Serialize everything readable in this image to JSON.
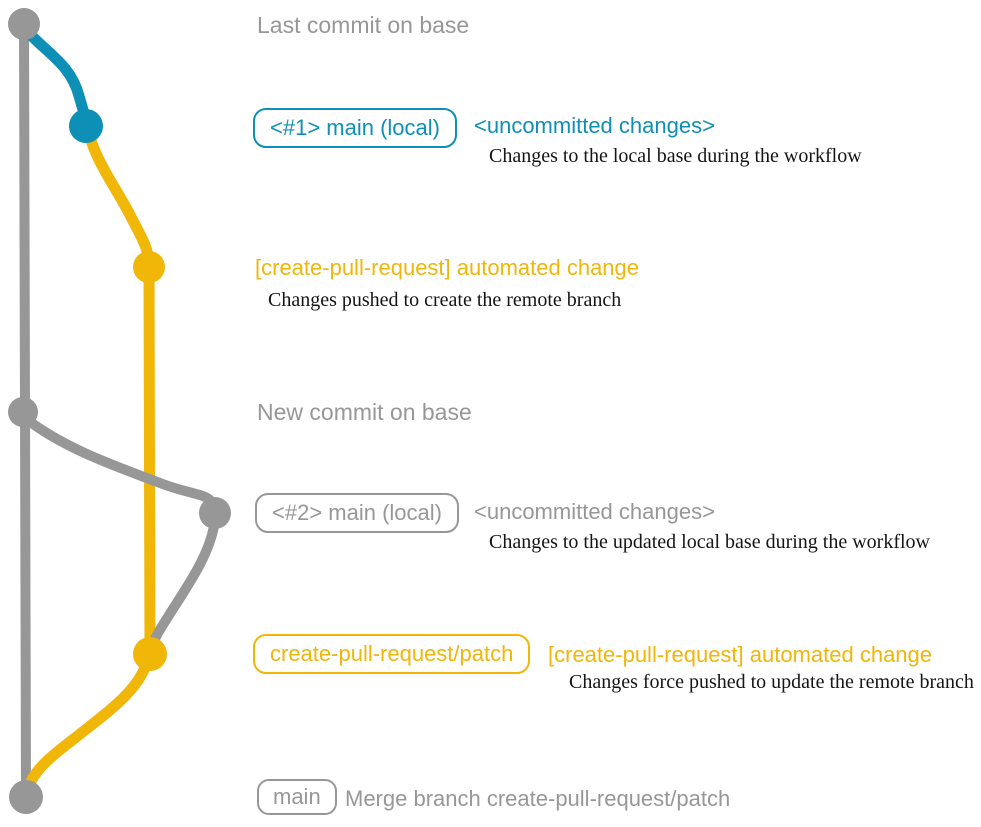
{
  "colors": {
    "gray": "#979797",
    "blue": "#0e90b6",
    "yellow": "#f0b608",
    "caption_text": "#151515",
    "background": "#ffffff"
  },
  "graph": {
    "commits": [
      {
        "id": "last-commit-on-base",
        "color": "gray"
      },
      {
        "id": "local-main-1-uncommitted",
        "color": "blue"
      },
      {
        "id": "automated-change-push",
        "color": "yellow"
      },
      {
        "id": "new-commit-on-base",
        "color": "gray"
      },
      {
        "id": "local-main-2-uncommitted",
        "color": "gray"
      },
      {
        "id": "automated-change-force-push",
        "color": "yellow"
      },
      {
        "id": "merge-commit",
        "color": "gray"
      }
    ]
  },
  "rows": {
    "row1": {
      "label": "Last commit on base"
    },
    "row2": {
      "branch_tag": "<#1> main (local)",
      "message": "<uncommitted changes>",
      "caption": "Changes to the local base during the workflow"
    },
    "row3": {
      "message": "[create-pull-request] automated change",
      "caption": "Changes pushed to create the remote branch"
    },
    "row4": {
      "label": "New commit on base"
    },
    "row5": {
      "branch_tag": "<#2> main (local)",
      "message": "<uncommitted changes>",
      "caption": "Changes to the updated local base during the workflow"
    },
    "row6": {
      "branch_tag": "create-pull-request/patch",
      "message": "[create-pull-request] automated change",
      "caption": "Changes force pushed to update the remote branch"
    },
    "row7": {
      "branch_tag": "main",
      "message": "Merge branch create-pull-request/patch"
    }
  }
}
